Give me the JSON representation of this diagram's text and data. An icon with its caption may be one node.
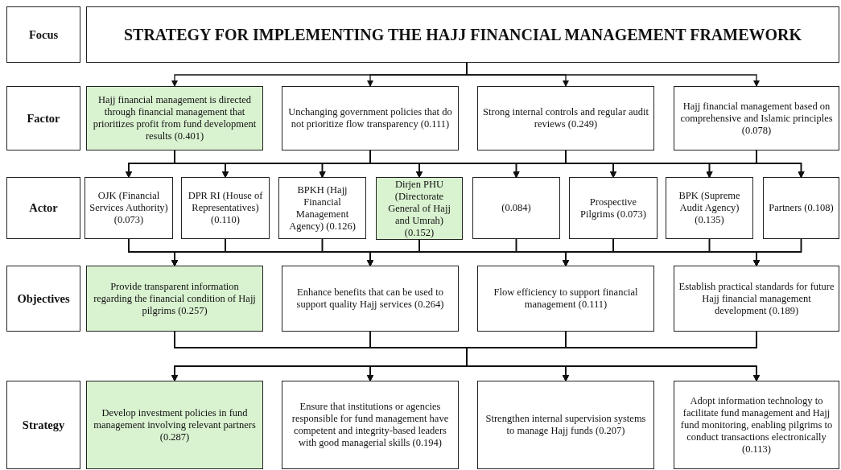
{
  "diagram": {
    "nodes": [
      {
        "text": [
          "Focus"
        ]
      },
      {
        "text": [
          "STRATEGY FOR IMPLEMENTING THE HAJJ FINANCIAL MANAGEMENT FRAMEWORK"
        ]
      },
      {
        "text": [
          "Factor"
        ]
      },
      {
        "text": [
          "Hajj financial management is directed through financial management that prioritizes profit from fund development results (0.401)"
        ]
      },
      {
        "text": [
          "Unchanging government policies that do not prioritize flow transparency (0.111)"
        ]
      },
      {
        "text": [
          "Strong internal controls and regular audit reviews (0.249)"
        ]
      },
      {
        "text": [
          "Hajj financial management based on comprehensive and Islamic principles (0.078)"
        ]
      },
      {
        "text": [
          "Actor"
        ]
      },
      {
        "text": [
          "OJK (Financial Services Authority) (0.073)"
        ]
      },
      {
        "text": [
          "DPR RI (House of Representatives) (0.110)"
        ]
      },
      {
        "text": [
          "BPKH (Hajj Financial Management Agency) (0.126)"
        ]
      },
      {
        "text": [
          "Dirjen PHU (Directorate General of Hajj and Umrah) (0.152)"
        ]
      },
      {
        "text": [
          "(0.084)"
        ]
      },
      {
        "text": [
          "Prospective Pilgrims (0.073)"
        ]
      },
      {
        "text": [
          "BPK (Supreme Audit Agency) (0.135)"
        ]
      },
      {
        "text": [
          "Partners (0.108)"
        ]
      },
      {
        "text": [
          "Objectives"
        ]
      },
      {
        "text": [
          "Provide transparent information regarding the financial condition of Hajj pilgrims (0.257)"
        ]
      },
      {
        "text": [
          "Enhance benefits that can be used to support quality Hajj services (0.264)"
        ]
      },
      {
        "text": [
          "Flow efficiency to support financial management (0.111)"
        ]
      },
      {
        "text": [
          "Establish practical standards for future Hajj financial management development (0.189)"
        ]
      },
      {
        "text": [
          "Strategy"
        ]
      },
      {
        "text": [
          "Develop investment policies in fund management involving relevant partners (0.287)"
        ]
      },
      {
        "text": [
          "Ensure that institutions or agencies responsible for fund management have competent and integrity-based leaders with good managerial skills (0.194)"
        ]
      },
      {
        "text": [
          "Strengthen internal supervision systems to manage Hajj funds (0.207)"
        ]
      },
      {
        "text": [
          "Adopt information technology to facilitate fund management and Hajj fund monitoring, enabling pilgrims to conduct transactions electronically (0.113)"
        ]
      }
    ],
    "edges": [
      {
        "from": 1,
        "to": 3,
        "arrow": "to"
      },
      {
        "from": 1,
        "to": 4,
        "arrow": "to"
      },
      {
        "from": 1,
        "to": 5,
        "arrow": "to"
      },
      {
        "from": 1,
        "to": 6,
        "arrow": "to"
      },
      {
        "from": 3,
        "to": 8,
        "arrow": "to"
      },
      {
        "from": 3,
        "to": 9,
        "arrow": "to"
      },
      {
        "from": 3,
        "to": 10,
        "arrow": "to"
      },
      {
        "from": 3,
        "to": 11,
        "arrow": "to"
      },
      {
        "from": 3,
        "to": 12,
        "arrow": "to"
      },
      {
        "from": 3,
        "to": 13,
        "arrow": "to"
      },
      {
        "from": 3,
        "to": 14,
        "arrow": "to"
      },
      {
        "from": 3,
        "to": 15,
        "arrow": "to"
      },
      {
        "from": 4,
        "to": 8,
        "arrow": "to"
      },
      {
        "from": 4,
        "to": 9,
        "arrow": "to"
      },
      {
        "from": 4,
        "to": 10,
        "arrow": "to"
      },
      {
        "from": 4,
        "to": 11,
        "arrow": "to"
      },
      {
        "from": 4,
        "to": 12,
        "arrow": "to"
      },
      {
        "from": 4,
        "to": 13,
        "arrow": "to"
      },
      {
        "from": 4,
        "to": 14,
        "arrow": "to"
      },
      {
        "from": 4,
        "to": 15,
        "arrow": "to"
      },
      {
        "from": 5,
        "to": 8,
        "arrow": "to"
      },
      {
        "from": 5,
        "to": 9,
        "arrow": "to"
      },
      {
        "from": 5,
        "to": 10,
        "arrow": "to"
      },
      {
        "from": 5,
        "to": 11,
        "arrow": "to"
      },
      {
        "from": 5,
        "to": 12,
        "arrow": "to"
      },
      {
        "from": 5,
        "to": 13,
        "arrow": "to"
      },
      {
        "from": 5,
        "to": 14,
        "arrow": "to"
      },
      {
        "from": 5,
        "to": 15,
        "arrow": "to"
      },
      {
        "from": 6,
        "to": 8,
        "arrow": "to"
      },
      {
        "from": 6,
        "to": 9,
        "arrow": "to"
      },
      {
        "from": 6,
        "to": 10,
        "arrow": "to"
      },
      {
        "from": 6,
        "to": 11,
        "arrow": "to"
      },
      {
        "from": 6,
        "to": 12,
        "arrow": "to"
      },
      {
        "from": 6,
        "to": 13,
        "arrow": "to"
      },
      {
        "from": 6,
        "to": 14,
        "arrow": "to"
      },
      {
        "from": 6,
        "to": 15,
        "arrow": "to"
      },
      {
        "from": 8,
        "to": 17,
        "arrow": "to"
      },
      {
        "from": 8,
        "to": 18,
        "arrow": "to"
      },
      {
        "from": 8,
        "to": 19,
        "arrow": "to"
      },
      {
        "from": 8,
        "to": 20,
        "arrow": "to"
      },
      {
        "from": 9,
        "to": 17,
        "arrow": "to"
      },
      {
        "from": 9,
        "to": 18,
        "arrow": "to"
      },
      {
        "from": 9,
        "to": 19,
        "arrow": "to"
      },
      {
        "from": 9,
        "to": 20,
        "arrow": "to"
      },
      {
        "from": 10,
        "to": 17,
        "arrow": "to"
      },
      {
        "from": 10,
        "to": 18,
        "arrow": "to"
      },
      {
        "from": 10,
        "to": 19,
        "arrow": "to"
      },
      {
        "from": 10,
        "to": 20,
        "arrow": "to"
      },
      {
        "from": 11,
        "to": 17,
        "arrow": "to"
      },
      {
        "from": 11,
        "to": 18,
        "arrow": "to"
      },
      {
        "from": 11,
        "to": 19,
        "arrow": "to"
      },
      {
        "from": 11,
        "to": 20,
        "arrow": "to"
      },
      {
        "from": 12,
        "to": 17,
        "arrow": "to"
      },
      {
        "from": 12,
        "to": 18,
        "arrow": "to"
      },
      {
        "from": 12,
        "to": 19,
        "arrow": "to"
      },
      {
        "from": 12,
        "to": 20,
        "arrow": "to"
      },
      {
        "from": 13,
        "to": 17,
        "arrow": "to"
      },
      {
        "from": 13,
        "to": 18,
        "arrow": "to"
      },
      {
        "from": 13,
        "to": 19,
        "arrow": "to"
      },
      {
        "from": 13,
        "to": 20,
        "arrow": "to"
      },
      {
        "from": 14,
        "to": 17,
        "arrow": "to"
      },
      {
        "from": 14,
        "to": 18,
        "arrow": "to"
      },
      {
        "from": 14,
        "to": 19,
        "arrow": "to"
      },
      {
        "from": 14,
        "to": 20,
        "arrow": "to"
      },
      {
        "from": 15,
        "to": 17,
        "arrow": "to"
      },
      {
        "from": 15,
        "to": 18,
        "arrow": "to"
      },
      {
        "from": 15,
        "to": 19,
        "arrow": "to"
      },
      {
        "from": 15,
        "to": 20,
        "arrow": "to"
      },
      {
        "from": 17,
        "to": 22,
        "arrow": "to"
      },
      {
        "from": 17,
        "to": 23,
        "arrow": "to"
      },
      {
        "from": 17,
        "to": 24,
        "arrow": "to"
      },
      {
        "from": 17,
        "to": 25,
        "arrow": "to"
      },
      {
        "from": 18,
        "to": 22,
        "arrow": "to"
      },
      {
        "from": 18,
        "to": 23,
        "arrow": "to"
      },
      {
        "from": 18,
        "to": 24,
        "arrow": "to"
      },
      {
        "from": 18,
        "to": 25,
        "arrow": "to"
      },
      {
        "from": 19,
        "to": 22,
        "arrow": "to"
      },
      {
        "from": 19,
        "to": 23,
        "arrow": "to"
      },
      {
        "from": 19,
        "to": 24,
        "arrow": "to"
      },
      {
        "from": 19,
        "to": 25,
        "arrow": "to"
      },
      {
        "from": 20,
        "to": 22,
        "arrow": "to"
      },
      {
        "from": 20,
        "to": 23,
        "arrow": "to"
      },
      {
        "from": 20,
        "to": 24,
        "arrow": "to"
      },
      {
        "from": 20,
        "to": 25,
        "arrow": "to"
      }
    ]
  }
}
